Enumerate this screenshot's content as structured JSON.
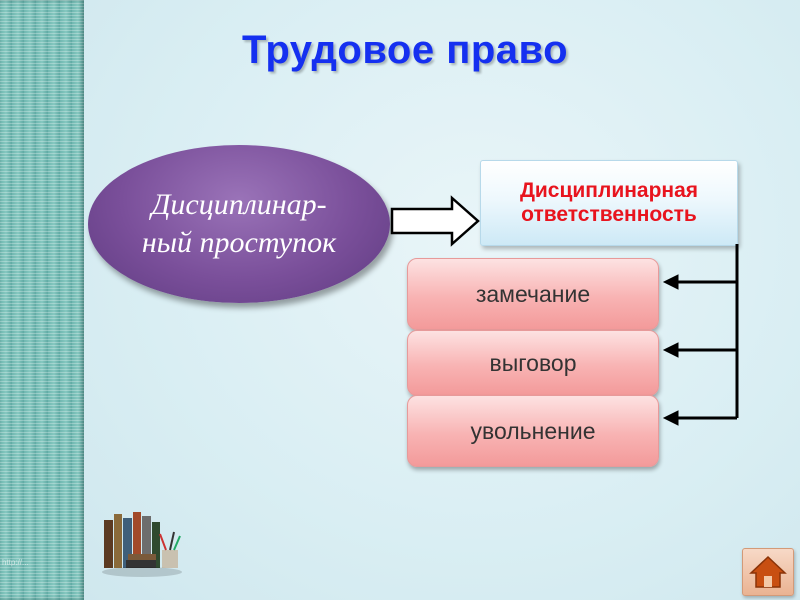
{
  "slide": {
    "title": "Трудовое право"
  },
  "diagram": {
    "source_node": "Дисциплинар-ный проступок",
    "target_node": "Дисциплинарная ответственность",
    "penalties": [
      "замечание",
      "выговор",
      "увольнение"
    ]
  },
  "nav": {
    "home_icon": "home-icon"
  },
  "colors": {
    "title": "#1530f0",
    "oval": "#7a4f9a",
    "target_text": "#e8141e",
    "pill": "#f6a9a9"
  }
}
